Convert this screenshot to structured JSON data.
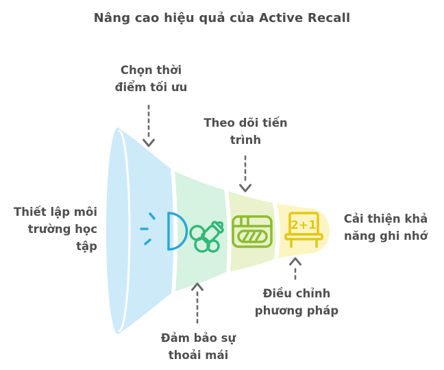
{
  "title": "Nâng cao hiệu quả của Active Recall",
  "colors": {
    "background": "#ffffff",
    "text": "#4f4f4f",
    "arrow": "#6a6a6a",
    "divider": "#ffffff"
  },
  "funnel": {
    "input_label": "Thiết lập môi\ntrường học\ntập",
    "output_label": "Cải thiện khả\nnăng ghi nhớ",
    "stages": [
      {
        "label": "Chọn thời\nđiểm tối ưu",
        "label_position": "top",
        "icon": "light-lamp-icon",
        "fill": "#cdeaf9",
        "icon_color": "#2aa7da"
      },
      {
        "label": "Đảm bảo sự\nthoải mái",
        "label_position": "bottom",
        "icon": "baby-bottle-comfort-icon",
        "fill": "#d6f2e0",
        "icon_color": "#31b977"
      },
      {
        "label": "Theo dõi tiến\ntrình",
        "label_position": "top",
        "icon": "progress-window-icon",
        "fill": "#e9f2cd",
        "icon_color": "#8cbc2d"
      },
      {
        "label": "Điều chỉnh\nphương pháp",
        "label_position": "bottom",
        "icon": "chalkboard-sum-icon",
        "fill": "#fcf5c2",
        "icon_color": "#e4c614",
        "board_text": "2+1"
      }
    ]
  }
}
